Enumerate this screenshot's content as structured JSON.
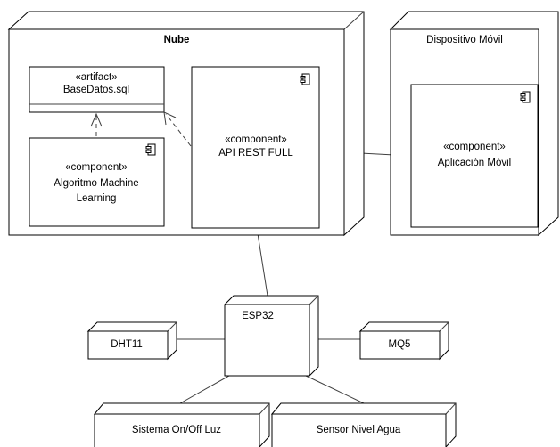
{
  "nodes": {
    "nube": {
      "label": "Nube"
    },
    "movil": {
      "label": "Dispositivo Móvil"
    },
    "esp32": {
      "label": "ESP32"
    },
    "dht11": {
      "label": "DHT11"
    },
    "mq5": {
      "label": "MQ5"
    },
    "luz": {
      "label": "Sistema On/Off Luz"
    },
    "agua": {
      "label": "Sensor Nivel Agua"
    }
  },
  "artifact": {
    "stereotype": "«artifact»",
    "name": "BaseDatos.sql"
  },
  "components": {
    "api": {
      "stereotype": "«component»",
      "name": "API REST FULL"
    },
    "ml": {
      "stereotype": "«component»",
      "name_line1": "Algoritmo Machine",
      "name_line2": "Learning"
    },
    "app": {
      "stereotype": "«component»",
      "name": "Aplicación Móvil"
    }
  }
}
